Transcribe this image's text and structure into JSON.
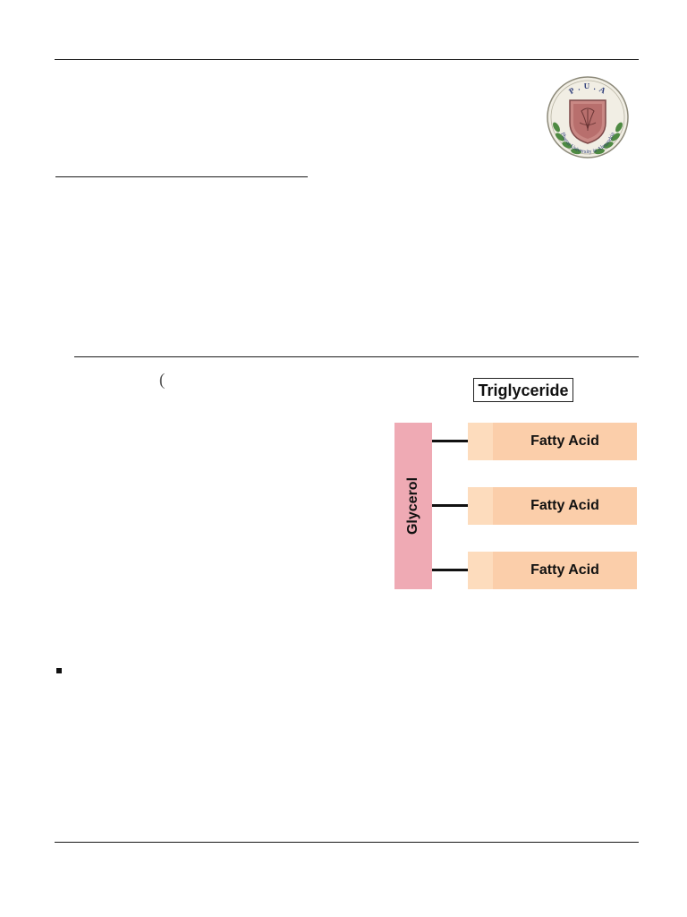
{
  "header": {
    "logo": {
      "icon": "university-seal-icon",
      "initials": "P . U . A",
      "name": "Pharos University in Alexandria"
    }
  },
  "body": {
    "paren": "("
  },
  "diagram": {
    "title": "Triglyceride",
    "glycerol_label": "Glycerol",
    "fatty_acids": [
      "Fatty Acid",
      "Fatty Acid",
      "Fatty Acid"
    ],
    "colors": {
      "glycerol": "#efaab4",
      "fatty_acid": "#fbceaa",
      "fatty_acid_head": "#fddcbd",
      "bond": "#111111"
    }
  }
}
